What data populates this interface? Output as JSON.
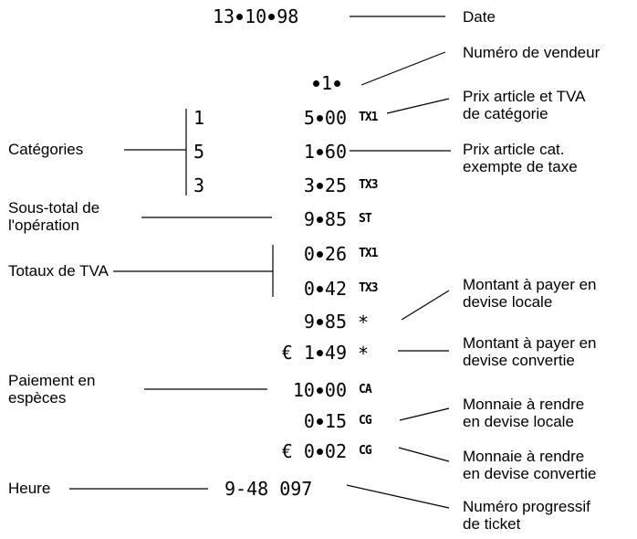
{
  "receipt": {
    "date": "13•10•98",
    "vendor": "•1•",
    "cat1": "1",
    "cat2": "5",
    "cat3": "3",
    "price1": "5•00",
    "price2": "1•60",
    "price3": "3•25",
    "code1": "TX1",
    "code3": "TX3",
    "subtotal": "9•85",
    "subtotal_code": "ST",
    "tax1": "0•26",
    "tax1_code": "TX1",
    "tax2": "0•42",
    "tax2_code": "TX3",
    "due_local": "9•85",
    "due_local_code": "*",
    "due_euro": "€ 1•49",
    "due_euro_code": "*",
    "cash": "10•00",
    "cash_code": "CA",
    "change_local": "0•15",
    "change_local_code": "CG",
    "change_euro": "€ 0•02",
    "change_euro_code": "CG",
    "time": "9-48 097"
  },
  "labels": {
    "date": "Date",
    "vendor": "Numéro de vendeur",
    "item_tva_1": "Prix article et TVA",
    "item_tva_2": "de catégorie",
    "categories": "Catégories",
    "exempt_1": "Prix article cat.",
    "exempt_2": "exempte de taxe",
    "subtotal_1": "Sous-total de",
    "subtotal_2": "l'opération",
    "tva_totals": "Totaux de TVA",
    "due_local_1": "Montant à payer en",
    "due_local_2": "devise locale",
    "due_euro_1": "Montant à payer en",
    "due_euro_2": "devise convertie",
    "cash_1": "Paiement en",
    "cash_2": "espèces",
    "change_local_1": "Monnaie à rendre",
    "change_local_2": "en devise locale",
    "change_euro_1": "Monnaie à rendre",
    "change_euro_2": "en devise convertie",
    "time": "Heure",
    "ticket_1": "Numéro progressif",
    "ticket_2": "de ticket"
  }
}
